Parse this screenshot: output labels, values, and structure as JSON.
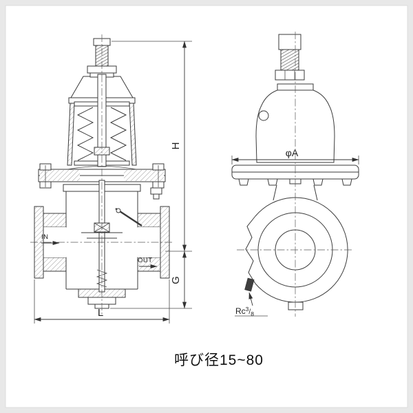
{
  "colors": {
    "line": "#3a3a3a",
    "background": "#ffffff",
    "frame": "#e8e8e8"
  },
  "caption": "呼び径15~80",
  "labels": {
    "h": "H",
    "g": "G",
    "l": "L",
    "phi_a": "φA",
    "inlet": "IN",
    "outlet": "OUT"
  },
  "tap": {
    "prefix": "Rc",
    "sup": "3",
    "slash": "/",
    "sub": "8"
  }
}
